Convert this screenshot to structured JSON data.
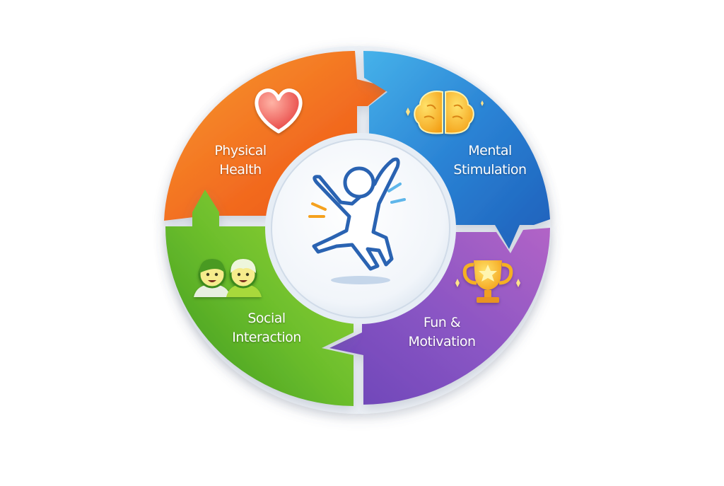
{
  "diagram": {
    "type": "circular-cycle",
    "center": {
      "icon": "jumping-person-icon",
      "description": "joyful jumping figure"
    },
    "segments": [
      {
        "id": "physical-health",
        "line1": "Physical",
        "line2": "Health",
        "icon": "heart-icon",
        "color": "#f0601e",
        "color_light": "#f7922c"
      },
      {
        "id": "mental-stimulation",
        "line1": "Mental",
        "line2": "Stimulation",
        "icon": "brain-icon",
        "color": "#1f72c8",
        "color_light": "#3fa6e3"
      },
      {
        "id": "fun-motivation",
        "line1": "Fun &",
        "line2": "Motivation",
        "icon": "trophy-icon",
        "color": "#7a4cc0",
        "color_light": "#a45bc4"
      },
      {
        "id": "social-interaction",
        "line1": "Social",
        "line2": "Interaction",
        "icon": "two-people-icon",
        "color": "#45a124",
        "color_light": "#8fd032"
      }
    ]
  }
}
